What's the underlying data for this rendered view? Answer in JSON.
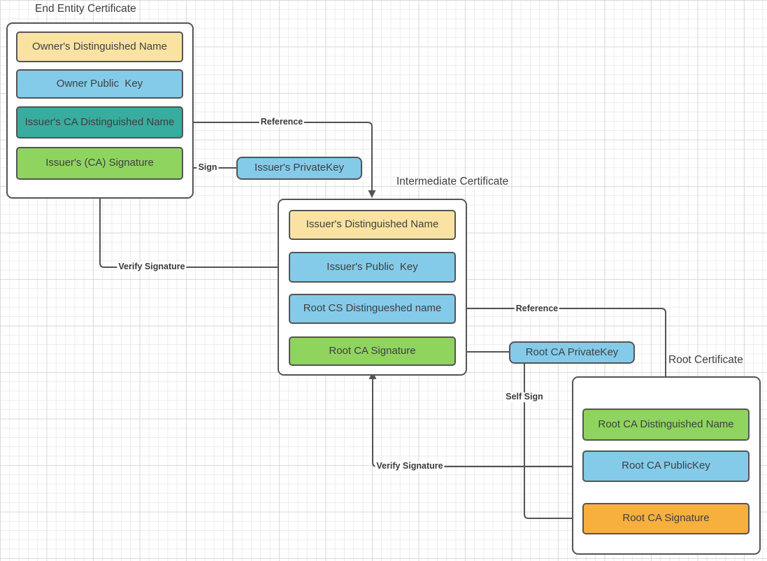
{
  "colors": {
    "yellow": "#FAE3A2",
    "blue": "#84CBEA",
    "teal": "#38AC9E",
    "green": "#8FD45F",
    "orange": "#F7B03E",
    "stroke": "#545454",
    "text": "#3F3F3F"
  },
  "end_entity": {
    "title": "End Entity Certificate",
    "boxes": [
      {
        "label": "Owner's Distinguished Name",
        "color": "yellow"
      },
      {
        "label": "Owner Public  Key",
        "color": "blue"
      },
      {
        "label": "Issuer's CA Distinguished Name",
        "color": "teal"
      },
      {
        "label": "Issuer's (CA) Signature",
        "color": "green"
      }
    ]
  },
  "intermediate": {
    "title": "Intermediate Certificate",
    "boxes": [
      {
        "label": "Issuer's Distinguished Name",
        "color": "yellow"
      },
      {
        "label": "Issuer's Public  Key",
        "color": "blue"
      },
      {
        "label": "Root CS Distingueshed name",
        "color": "blue"
      },
      {
        "label": "Root CA Signature",
        "color": "green"
      }
    ]
  },
  "root": {
    "title": "Root Certificate",
    "boxes": [
      {
        "label": "Root CA Distinguished Name",
        "color": "green"
      },
      {
        "label": "Root CA PublicKey",
        "color": "blue"
      },
      {
        "label": "Root CA Signature",
        "color": "orange"
      }
    ]
  },
  "keys": {
    "issuer_private_key": "Issuer's PrivateKey",
    "root_private_key": "Root CA PrivateKey"
  },
  "connectors": {
    "reference_top": "Reference",
    "sign": "Sign",
    "verify_top": "Verify Signature",
    "reference_right": "Reference",
    "self_sign": "Self Sign",
    "verify_bottom": "Verify Signature"
  }
}
